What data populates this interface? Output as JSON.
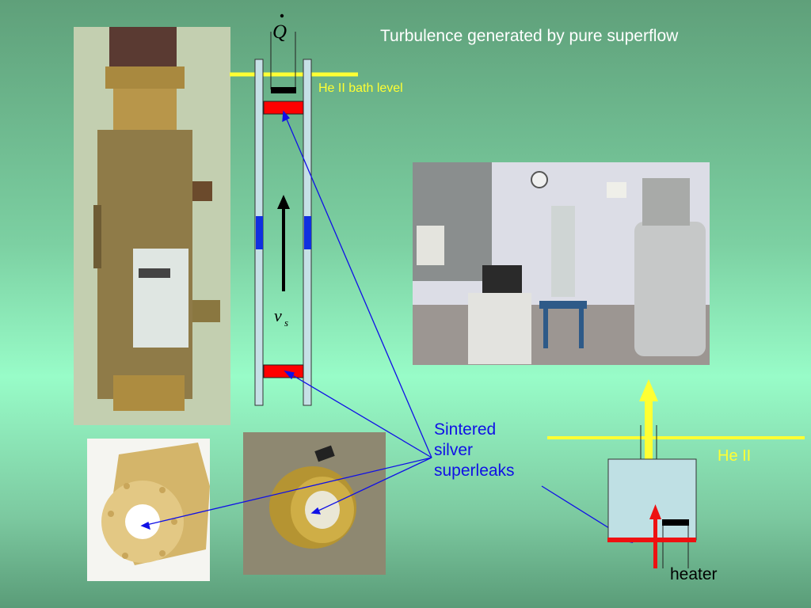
{
  "slide": {
    "title": "Turbulence generated by pure superflow",
    "bath_level_label": "He II bath level",
    "heat_flux_symbol": "Q",
    "velocity_symbol": "v",
    "velocity_subscript": "s",
    "superleak_label": [
      "Sintered",
      "silver",
      "superleaks"
    ],
    "he_ii_label": "He II",
    "heater_label": "heater"
  },
  "colors": {
    "level_line": "#ffff33",
    "superleak_plug": "#ff0000",
    "pointer_arrows": "#1010e6",
    "capacitor_electrode": "#1030e0",
    "tube_wall": "#c5e0e6",
    "vessel_fill": "#bfe0e4",
    "heat_arrow": "#ee1111"
  },
  "photos": [
    {
      "name": "cryostat-cell-photo",
      "subject": "brass flow cell with flanges"
    },
    {
      "name": "flange-photo",
      "subject": "brass flange with superleak"
    },
    {
      "name": "cylinder-photo",
      "subject": "brass cylinder holder with superleak"
    },
    {
      "name": "lab-photo",
      "subject": "laboratory with helium dewar"
    }
  ]
}
